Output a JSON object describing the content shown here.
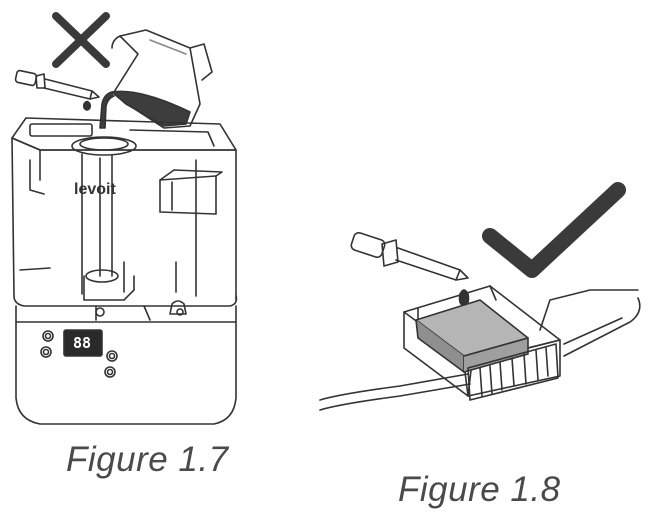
{
  "figures": [
    {
      "caption": "Figure 1.7",
      "brand": "levoit",
      "display_readout": "88",
      "verdict_icon": "cross-icon"
    },
    {
      "caption": "Figure 1.8",
      "verdict_icon": "checkmark-icon"
    }
  ],
  "colors": {
    "ink": "#333333",
    "mark": "#3a3a3a",
    "liquid": "#3d3d3d",
    "pad": "#b5b5b5",
    "caption": "#4a4a4a"
  }
}
